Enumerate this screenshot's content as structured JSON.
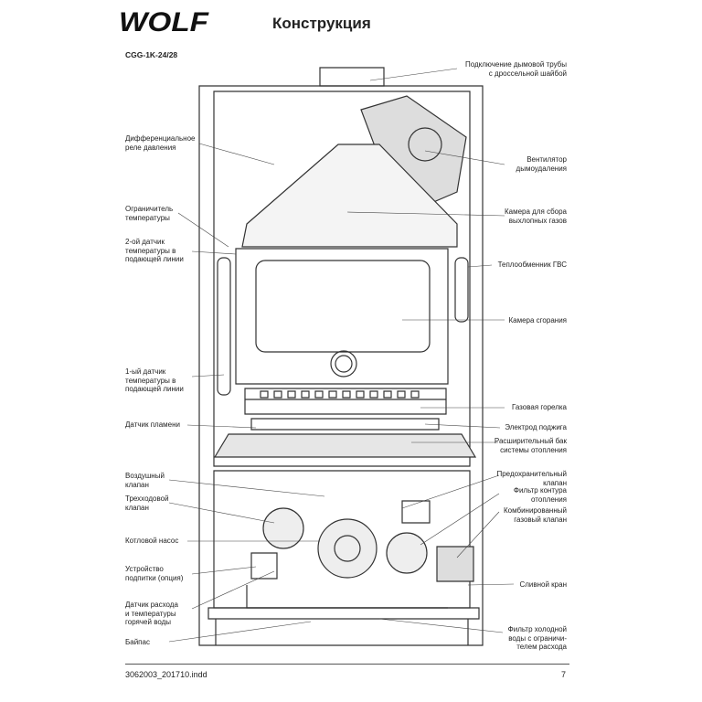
{
  "header": {
    "brand": "WOLF",
    "title": "Конструкция",
    "model": "CGG-1K-24/28"
  },
  "labels_left": [
    "Дифференциальное\nреле давления",
    "Ограничитель\nтемпературы",
    "2-ой датчик\nтемпературы в\nподающей линии",
    "1-ый датчик\nтемпературы в\nподающей линии",
    "Датчик пламени",
    "Воздушный\nклапан",
    "Трехходовой\nклапан",
    "Котловой насос",
    "Устройство\nподпитки (опция)",
    "Датчик расхода\nи температуры\nгорячей воды",
    "Байпас"
  ],
  "labels_right": [
    "Подключение дымовой трубы\nс дроссельной шайбой",
    "Вентилятор\nдымоудаления",
    "Камера для сбора\nвыхлопных газов",
    "Теплообменник ГВС",
    "Камера сгорания",
    "Газовая горелка",
    "Электрод поджига",
    "Расширительный бак\nсистемы отопления",
    "Предохранительный\nклапан",
    "Фильтр контура\nотопления",
    "Комбинированный\nгазовый клапан",
    "Сливной кран",
    "Фильтр холодной\nводы с ограничи-\nтелем расхода"
  ],
  "footer": {
    "file": "3062003_201710.indd",
    "page": "7"
  }
}
